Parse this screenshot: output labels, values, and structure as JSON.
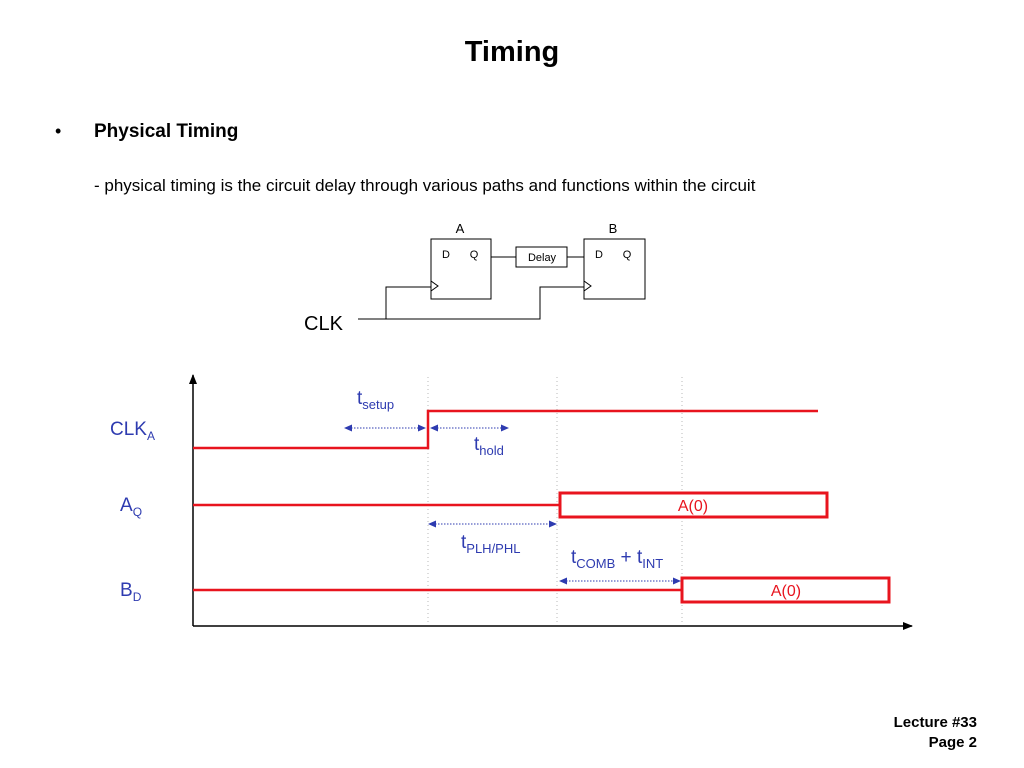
{
  "slide": {
    "title": "Timing",
    "bullet": "•",
    "heading": "Physical Timing",
    "description": "- physical timing is the circuit delay through various paths and functions within the circuit"
  },
  "circuit": {
    "ff_a": {
      "label": "A",
      "d": "D",
      "q": "Q"
    },
    "ff_b": {
      "label": "B",
      "d": "D",
      "q": "Q"
    },
    "delay": "Delay",
    "clk": "CLK"
  },
  "waveforms": {
    "signals": [
      {
        "name": "CLK",
        "subscript": "A"
      },
      {
        "name": "A",
        "subscript": "Q"
      },
      {
        "name": "B",
        "subscript": "D"
      }
    ],
    "aq_value": "A(0)",
    "bd_value": "A(0)",
    "annotations": {
      "setup": {
        "t": "t",
        "sub": "setup"
      },
      "hold": {
        "t": "t",
        "sub": "hold"
      },
      "plh": {
        "t": "t",
        "sub": "PLH/PHL"
      },
      "comb": {
        "t": "t",
        "sub": "COMB",
        "plus": " + ",
        "t2": "t",
        "sub2": "INT"
      }
    },
    "colors": {
      "signal": "#e8141e",
      "annotation": "#2e3bb0",
      "grid": "#b8b8b8"
    }
  },
  "footer": {
    "lecture": "Lecture #33",
    "page": "Page 2"
  }
}
